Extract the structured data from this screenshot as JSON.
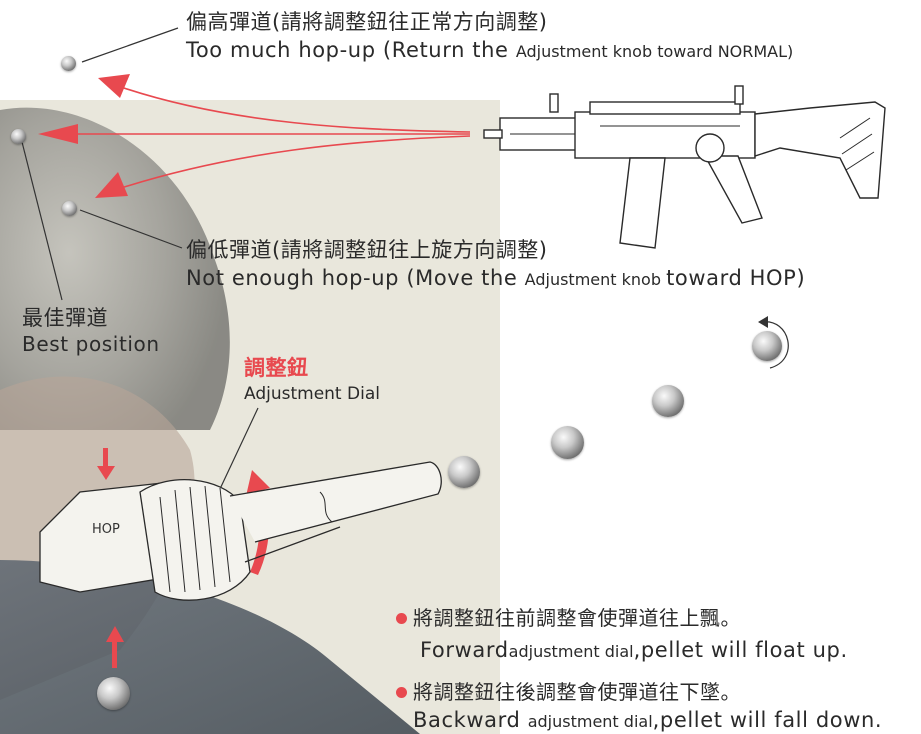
{
  "diagram": {
    "too_high": {
      "zh": "偏高彈道(請將調整鈕往正常方向調整)",
      "en_a": "Too much hop-up (Return the ",
      "en_b": "Adjustment knob toward NORMAL)"
    },
    "too_low": {
      "zh": "偏低彈道(請將調整鈕往上旋方向調整)",
      "en_a": "Not enough hop-up (Move the ",
      "en_b": "Adjustment knob ",
      "en_c": "toward HOP)"
    },
    "best": {
      "zh": "最佳彈道",
      "en": "Best position"
    },
    "dial": {
      "zh": "調整鈕",
      "en": "Adjustment Dial"
    },
    "hop_mark": "HOP",
    "notes": [
      {
        "zh": "將調整鈕往前調整會使彈道往上飄。",
        "en_a": "Forward",
        "en_b": "adjustment dial",
        "en_c": ",pellet will float up."
      },
      {
        "zh": "將調整鈕往後調整會使彈道往下墜。",
        "en_a": "Backward ",
        "en_b": "adjustment dial",
        "en_c": ",pellet will fall down."
      }
    ],
    "colors": {
      "accent": "#e8494f",
      "panel": "#e9e7dc",
      "text": "#2a2a2a"
    }
  }
}
